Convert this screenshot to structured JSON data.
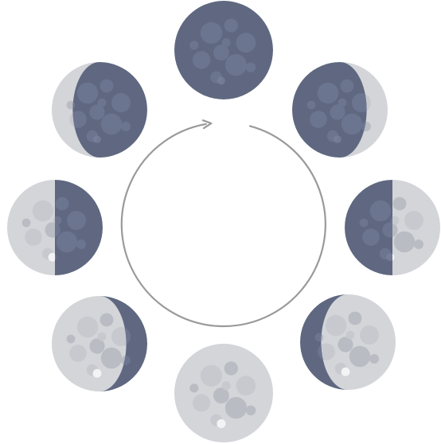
{
  "diagram": {
    "kind": "moon-phase-cycle",
    "direction": "clockwise",
    "colors": {
      "background": "#ffffff",
      "shadow": "#5f6880",
      "shadow_crater": "#6c7590",
      "lit": "#d3d5d9",
      "lit_crater": "#b9bcc2",
      "lit_crater_light": "#c7c9ce",
      "highlight": "#f7f7f8",
      "cycle_arrow": "#9a9a9a"
    },
    "phases": [
      {
        "name": "new-moon",
        "lit_fraction": 0.0,
        "lit_side": "none"
      },
      {
        "name": "waxing-crescent",
        "lit_fraction": 0.22,
        "lit_side": "right"
      },
      {
        "name": "first-quarter",
        "lit_fraction": 0.5,
        "lit_side": "right"
      },
      {
        "name": "waxing-gibbous",
        "lit_fraction": 0.78,
        "lit_side": "right"
      },
      {
        "name": "full-moon",
        "lit_fraction": 1.0,
        "lit_side": "full"
      },
      {
        "name": "waning-gibbous",
        "lit_fraction": 0.78,
        "lit_side": "left"
      },
      {
        "name": "last-quarter",
        "lit_fraction": 0.5,
        "lit_side": "left"
      },
      {
        "name": "waning-crescent",
        "lit_fraction": 0.22,
        "lit_side": "left"
      }
    ]
  }
}
